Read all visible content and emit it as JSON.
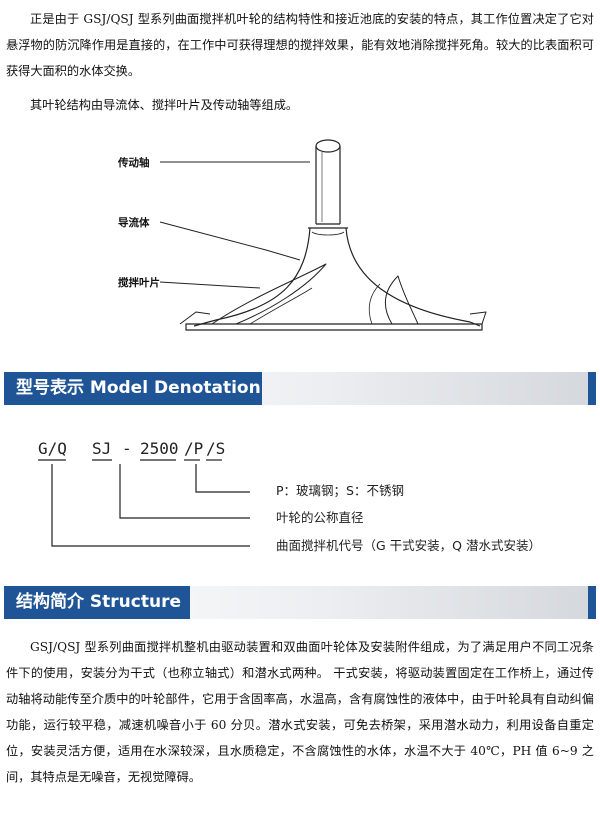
{
  "intro": {
    "p1": "正是由于 GSJ/QSJ 型系列曲面搅拌机叶轮的结构特性和接近池底的安装的特点，其工作位置决定了它对悬浮物的防沉降作用是直接的，在工作中可获得理想的搅拌效果，能有效地消除搅拌死角。较大的比表面积可获得大面积的水体交换。",
    "p2": "其叶轮结构由导流体、搅拌叶片及传动轴等组成。"
  },
  "impeller_diagram": {
    "label_shaft": "传动轴",
    "label_guide": "导流体",
    "label_blade": "搅拌叶片"
  },
  "section_model": {
    "title": "型号表示  Model Denotation"
  },
  "model_code": {
    "part_gq": "G/Q",
    "part_sj": "SJ",
    "dash": "-",
    "part_diameter": "2500",
    "part_p": "/P",
    "part_s": "/S",
    "desc_material": "P：玻璃钢；S：不锈钢",
    "desc_diameter": "叶轮的公称直径",
    "desc_code": "曲面搅拌机代号（G 干式安装，Q 潜水式安装）"
  },
  "section_structure": {
    "title": "结构简介  Structure"
  },
  "structure": {
    "p1": "GSJ/QSJ 型系列曲面搅拌机整机由驱动装置和双曲面叶轮体及安装附件组成，为了满足用户不同工况条件下的使用，安装分为干式（也称立轴式）和潜水式两种。 干式安装，将驱动装置固定在工作桥上，通过传动轴将动能传至介质中的叶轮部件，它用于含固率高，水温高，含有腐蚀性的液体中，由于叶轮具有自动纠偏功能，运行较平稳，减速机噪音小于 60 分贝。潜水式安装，可免去桥架，采用潜水动力，利用设备自重定位，安装灵活方便，适用在水深较深，且水质稳定，不含腐蚀性的水体，水温不大于 40℃，PH 值 6~9 之间，其特点是无噪音，无视觉障碍。"
  },
  "colors": {
    "banner_blue": "#1f5597",
    "line_color": "#111111"
  }
}
